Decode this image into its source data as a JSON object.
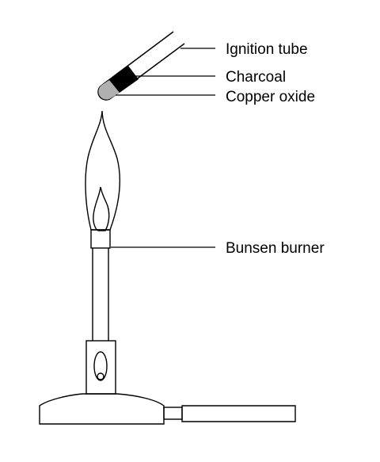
{
  "labels": {
    "ignition_tube": "Ignition tube",
    "charcoal": "Charcoal",
    "copper_oxide": "Copper oxide",
    "bunsen_burner": "Bunsen burner"
  },
  "colors": {
    "line": "#000000",
    "charcoal": "#000000",
    "copper_oxide": "#b0b0b0",
    "background": "#ffffff"
  }
}
